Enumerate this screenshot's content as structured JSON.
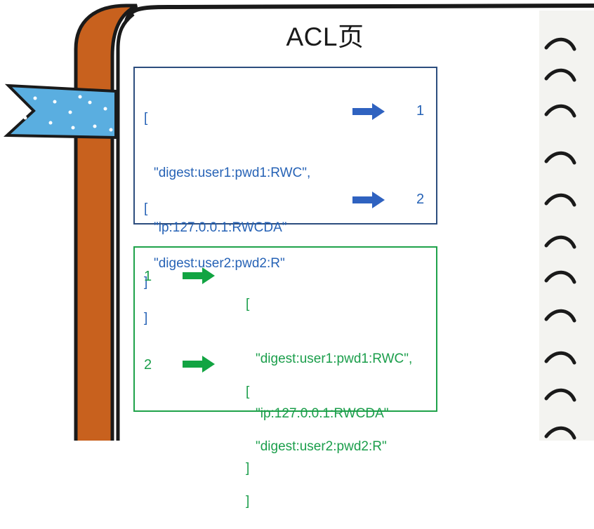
{
  "title": "ACL页",
  "acl_map": {
    "entries": [
      {
        "lines": [
          "[",
          "\"digest:user1:pwd1:RWC\",",
          "\"ip:127.0.0.1:RWCDA\"",
          "]"
        ],
        "id": "1"
      },
      {
        "lines": [
          "[",
          "\"digest:user2:pwd2:R\"",
          "]"
        ],
        "id": "2"
      }
    ],
    "color": "#2763b6",
    "arrow_color": "#2f62c0",
    "border_color": "#2c4d7e"
  },
  "id_map": {
    "entries": [
      {
        "id": "1",
        "lines": [
          "[",
          "\"digest:user1:pwd1:RWC\",",
          "\"ip:127.0.0.1:RWCDA\"",
          "]"
        ]
      },
      {
        "id": "2",
        "lines": [
          "[",
          "\"digest:user2:pwd2:R\"",
          "]"
        ]
      }
    ],
    "color": "#1b9e4b",
    "arrow_color": "#12a442",
    "border_color": "#1fa24a"
  },
  "decor": {
    "binding_color": "#c8611e",
    "ribbon_color": "#5aaee0"
  }
}
